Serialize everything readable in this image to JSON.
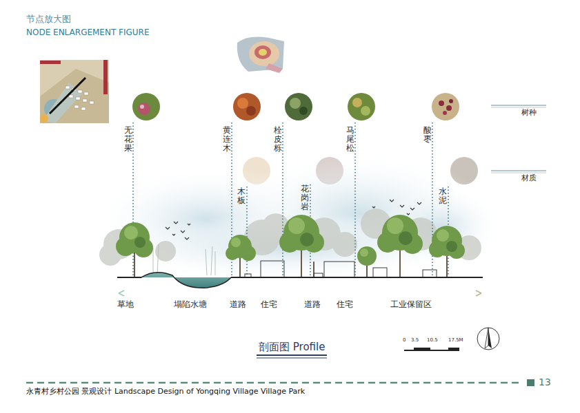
{
  "diagram": {
    "title": "节点放大图",
    "caption": "剖面图 Profile",
    "labels": [
      "NODE ENLARGEMENT FIGURE",
      "无花果",
      "黄连木",
      "栓皮栎",
      "马尾松",
      "酸枣",
      "树种",
      "木板",
      "花岗岩",
      "水泥",
      "材质",
      "草地",
      "塌陷水塘",
      "道路",
      "住宅",
      "道路",
      "住宅",
      "工业保留区",
      "0",
      "3.5",
      "10.5",
      "17.5M",
      "永青村乡村公园 景观设计 Landscape Design of Yongqing Village Village Park",
      "13"
    ]
  }
}
